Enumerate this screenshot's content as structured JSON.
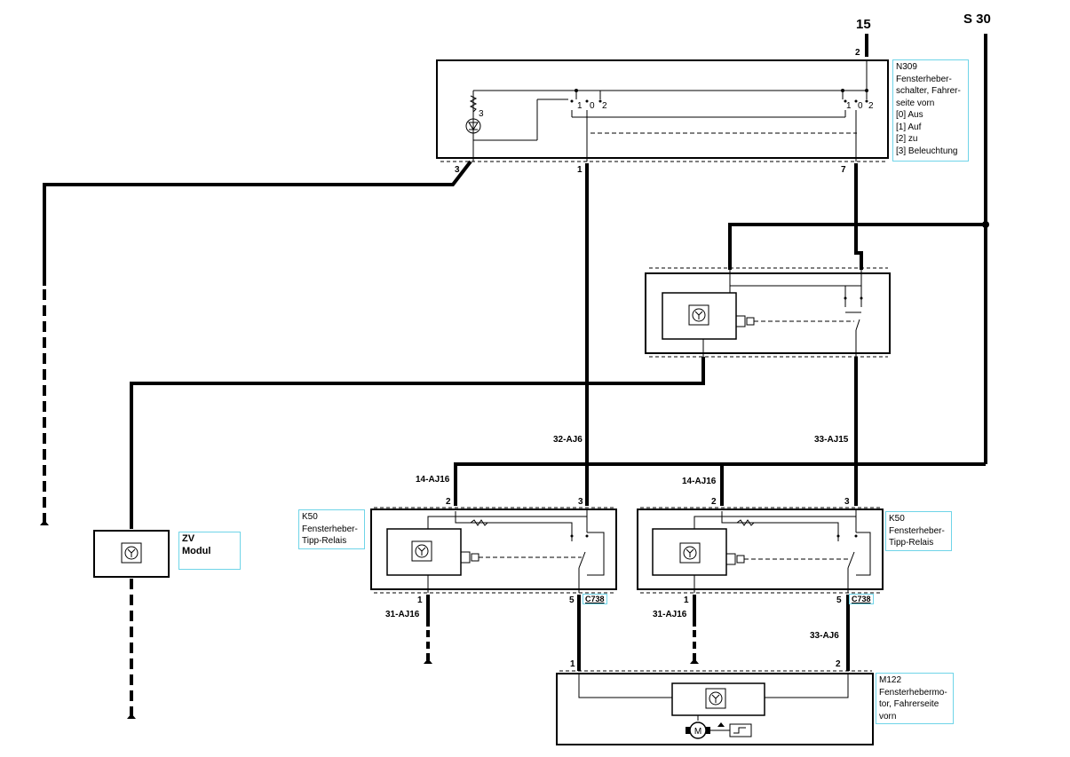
{
  "supply": {
    "terminal_15": "15",
    "terminal_s30": "S 30"
  },
  "n309": {
    "lines": [
      "N309",
      "Fensterheber-",
      "schalter, Fahrer-",
      "seite vorn",
      "[0] Aus",
      "[1] Auf",
      "[2] zu",
      "[3] Beleuchtung"
    ],
    "pin_top": "2",
    "pin_left": "3",
    "pin_1": "1",
    "pin_7": "7",
    "sw_left": [
      "1",
      "0",
      "2"
    ],
    "sw_right": [
      "1",
      "0",
      "2"
    ],
    "lamp_pin": "3"
  },
  "zv": {
    "lines": [
      "ZV",
      "Modul"
    ]
  },
  "k50_left": {
    "lines": [
      "K50",
      "Fensterheber-",
      "Tipp-Relais"
    ],
    "pin_2": "2",
    "pin_3": "3",
    "pin_1": "1",
    "pin_5": "5",
    "connector": "C738"
  },
  "k50_right": {
    "lines": [
      "K50",
      "Fensterheber-",
      "Tipp-Relais"
    ],
    "pin_2": "2",
    "pin_3": "3",
    "pin_1": "1",
    "pin_5": "5",
    "connector": "C738"
  },
  "m122": {
    "lines": [
      "M122",
      "Fensterhebermo-",
      "tor, Fahrerseite",
      "vorn"
    ],
    "pin_1": "1",
    "pin_2": "2",
    "motor_symbol": "M"
  },
  "wires": {
    "w_32_aj6": "32-AJ6",
    "w_33_aj15": "33-AJ15",
    "w_14_aj16_left": "14-AJ16",
    "w_14_aj16_right": "14-AJ16",
    "w_31_aj16_left": "31-AJ16",
    "w_31_aj16_right": "31-AJ16",
    "w_33_aj6": "33-AJ6"
  }
}
